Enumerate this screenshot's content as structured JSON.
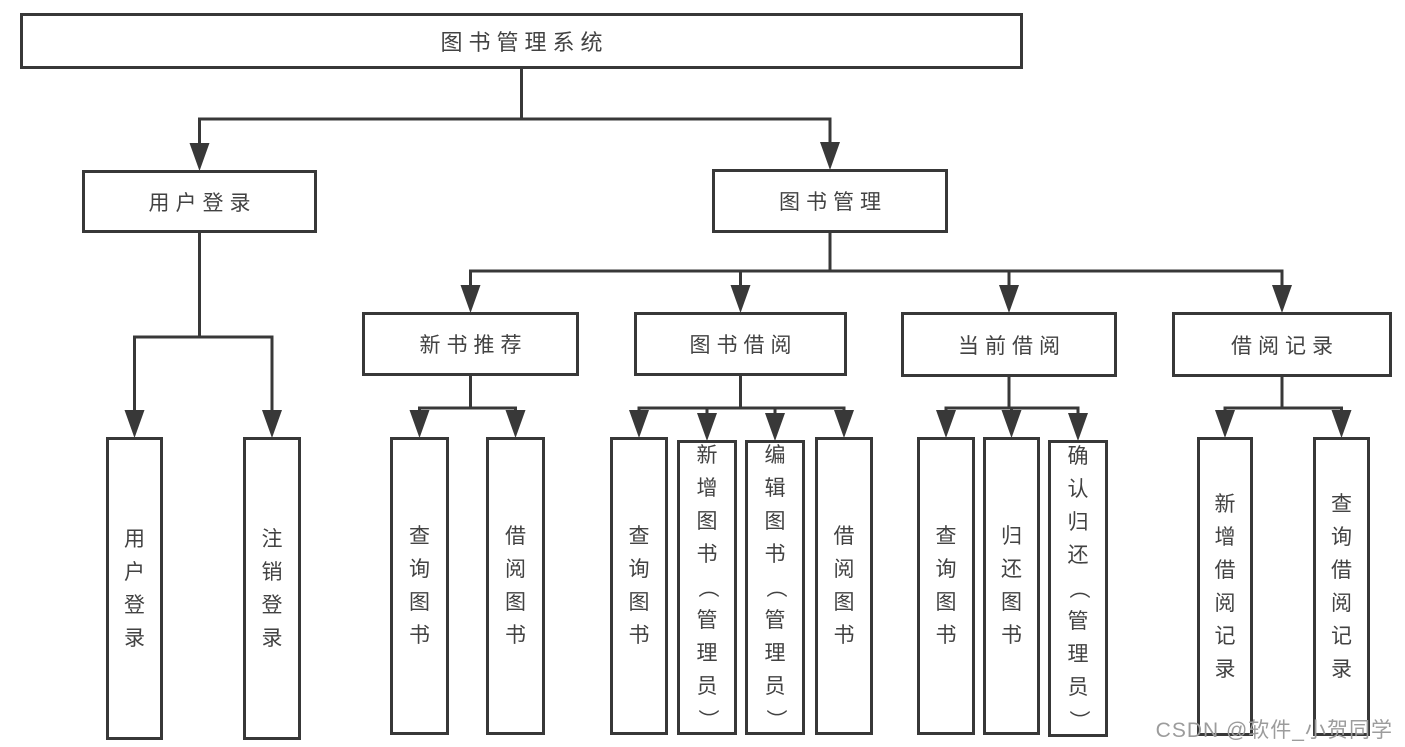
{
  "diagram": {
    "nodes": [
      {
        "id": "root",
        "label": "图书管理系统"
      },
      {
        "id": "user-login",
        "label": "用户登录"
      },
      {
        "id": "book-mgmt",
        "label": "图书管理"
      },
      {
        "id": "login",
        "label": "用户登录"
      },
      {
        "id": "logout",
        "label": "注销登录"
      },
      {
        "id": "new-book-rec",
        "label": "新书推荐"
      },
      {
        "id": "book-borrow",
        "label": "图书借阅"
      },
      {
        "id": "current-borrow",
        "label": "当前借阅"
      },
      {
        "id": "borrow-records",
        "label": "借阅记录"
      },
      {
        "id": "nbr-query",
        "label": "查询图书"
      },
      {
        "id": "nbr-borrow",
        "label": "借阅图书"
      },
      {
        "id": "bb-query",
        "label": "查询图书"
      },
      {
        "id": "bb-add",
        "label": "新增图书（管理员）"
      },
      {
        "id": "bb-edit",
        "label": "编辑图书（管理员）"
      },
      {
        "id": "bb-borrow",
        "label": "借阅图书"
      },
      {
        "id": "cb-query",
        "label": "查询图书"
      },
      {
        "id": "cb-return",
        "label": "归还图书"
      },
      {
        "id": "cb-confirm",
        "label": "确认归还（管理员）"
      },
      {
        "id": "br-add",
        "label": "新增借阅记录"
      },
      {
        "id": "br-query",
        "label": "查询借阅记录"
      }
    ],
    "edges": [
      {
        "parent": "root",
        "children": [
          "user-login",
          "book-mgmt"
        ]
      },
      {
        "parent": "user-login",
        "children": [
          "login",
          "logout"
        ]
      },
      {
        "parent": "book-mgmt",
        "children": [
          "new-book-rec",
          "book-borrow",
          "current-borrow",
          "borrow-records"
        ]
      },
      {
        "parent": "new-book-rec",
        "children": [
          "nbr-query",
          "nbr-borrow"
        ]
      },
      {
        "parent": "book-borrow",
        "children": [
          "bb-query",
          "bb-add",
          "bb-edit",
          "bb-borrow"
        ]
      },
      {
        "parent": "current-borrow",
        "children": [
          "cb-query",
          "cb-return",
          "cb-confirm"
        ]
      },
      {
        "parent": "borrow-records",
        "children": [
          "br-add",
          "br-query"
        ]
      }
    ]
  },
  "watermark": "CSDN @软件_小贺同学",
  "colors": {
    "line": "#383838",
    "box_border": "#383838",
    "text": "#424242",
    "watermark": "#9c9c9c",
    "background": "#ffffff"
  }
}
